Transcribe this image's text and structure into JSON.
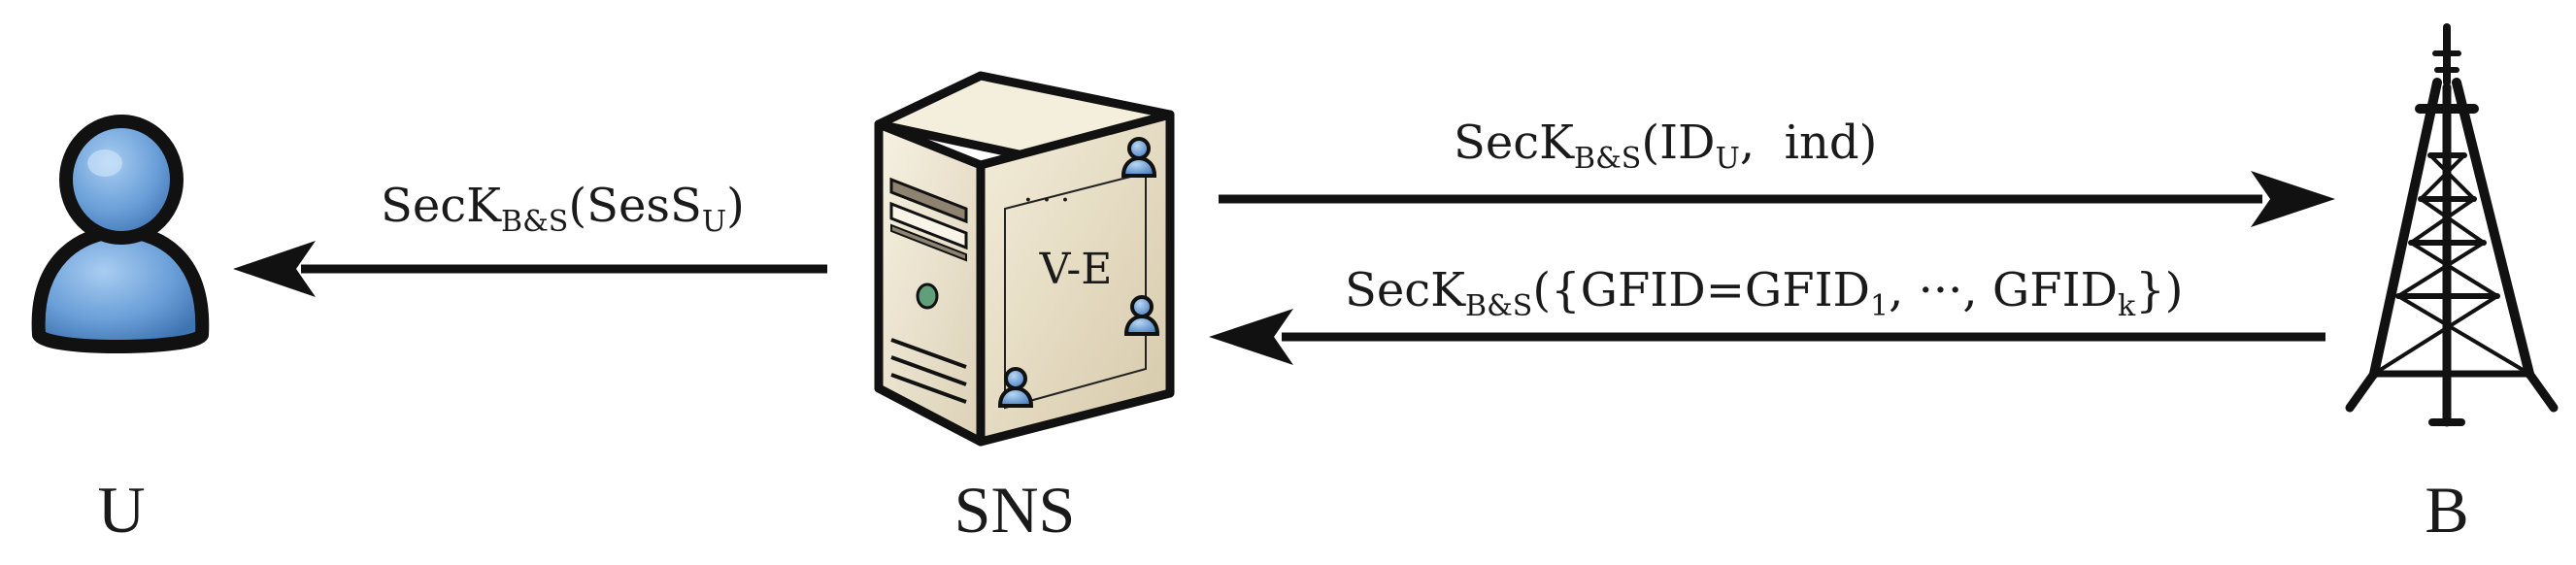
{
  "nodes": {
    "user": {
      "label": "U",
      "icon": "user-icon"
    },
    "server": {
      "label": "SNS",
      "screen_label": "V-E",
      "dots": "· · ·",
      "icon": "server-icon"
    },
    "tower": {
      "label": "B",
      "icon": "radio-tower-icon"
    }
  },
  "messages": [
    {
      "name": "server-to-user",
      "direction": "SNS → U",
      "prefix": "SecK",
      "key_sub": "B&S",
      "open": "(SesS",
      "arg_sub": "U",
      "close": ")"
    },
    {
      "name": "server-to-tower",
      "direction": "SNS → B",
      "prefix": "SecK",
      "key_sub": "B&S",
      "open": "(ID",
      "arg_sub": "U",
      "close": ",  ind)"
    },
    {
      "name": "tower-to-server",
      "direction": "B → SNS",
      "prefix": "SecK",
      "key_sub": "B&S",
      "open": "({GFID=GFID",
      "sub1": "1",
      "middle": ", ···, GFID",
      "sub2": "k",
      "close": "})"
    }
  ],
  "colors": {
    "ink": "#1a1a1a",
    "user_blue": "#6a9fd8",
    "server_beige": "#ece4cf",
    "server_side": "#d8ccb0",
    "led_green": "#5fa07a"
  }
}
